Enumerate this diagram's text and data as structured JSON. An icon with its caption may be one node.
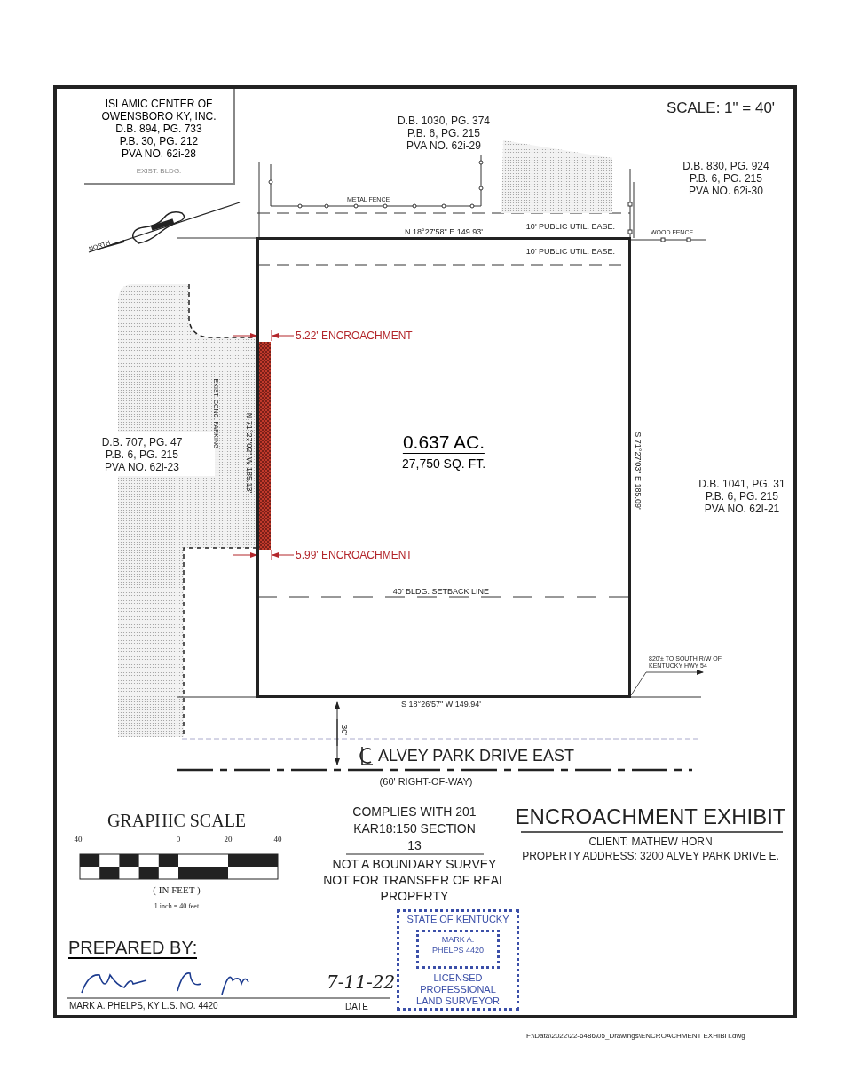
{
  "diagram": {
    "title": "ENCROACHMENT EXHIBIT",
    "nodes": [
      {
        "text": [
          "0.637 AC.",
          "27,750 SQ. FT."
        ]
      },
      {
        "text": [
          "ISLAMIC CENTER OF OWENSBORO KY, INC.",
          "D.B. 894, PG. 733",
          "P.B. 30, PG. 212",
          "PVA NO. 62i-28",
          "EXIST. BLDG."
        ]
      },
      {
        "text": [
          "STATE OF KENTUCKY",
          "LICENSED PROFESSIONAL LAND SURVEYOR"
        ]
      },
      {
        "text": [
          "MARK A. PHELPS 4420"
        ],
        "in": 2
      },
      {
        "text": [],
        "shape": "box"
      }
    ],
    "labels": [
      "D.B. 1030, PG. 374",
      "P.B. 6, PG. 215",
      "PVA NO. 62i-29",
      "SCALE: 1\" = 40'",
      "D.B. 830, PG. 924",
      "P.B. 6, PG. 215",
      "PVA NO. 62i-30",
      "METAL FENCE",
      "NORTH",
      "N 18°27'58\" E 149.93'",
      "10' PUBLIC UTIL. EASE.",
      "WOOD FENCE",
      "10' PUBLIC UTIL. EASE.",
      "5.22' ENCROACHMENT",
      "D.B. 707, PG. 47",
      "P.B. 6, PG. 215",
      "PVA NO. 62i-23",
      "EXIST. CONC. PARKING",
      "N 71°27'02\" W 185.13'",
      "S 71°27'03\" E 185.09'",
      "D.B. 1041, PG. 31",
      "P.B. 6, PG. 215",
      "PVA NO. 62I-21",
      "5.99' ENCROACHMENT",
      "40' BLDG. SETBACK LINE",
      "820'± TO SOUTH R/W OF KENTUCKY HWY 54",
      "S 18°26'57\" W 149.94'",
      "30'",
      "ALVEY PARK DRIVE EAST",
      "(60' RIGHT-OF-WAY)",
      "GRAPHIC SCALE",
      "40",
      "0",
      "20",
      "40",
      "( IN FEET )",
      "1 inch = 40 feet",
      "COMPLIES WITH 201 KAR18:150 SECTION 13",
      "NOT A BOUNDARY SURVEY NOT FOR TRANSFER OF REAL PROPERTY",
      "CLIENT: MATHEW HORN",
      "PROPERTY ADDRESS: 3200 ALVEY PARK DRIVE E.",
      "PREPARED BY:",
      "MARK A. PHELPS, KY L.S. NO. 4420",
      "7-11-22",
      "DATE",
      "F:\\Data\\2022\\22-6486\\05_Drawings\\ENCROACHMENT EXHIBIT.dwg"
    ]
  }
}
